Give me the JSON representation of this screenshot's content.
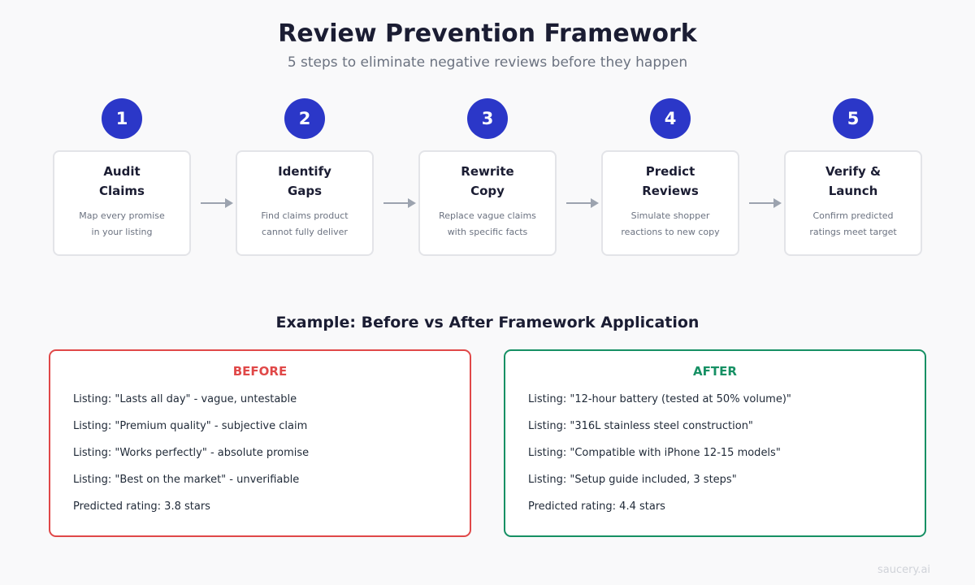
{
  "header": {
    "title": "Review Prevention Framework",
    "subtitle": "5 steps to eliminate negative reviews before they happen"
  },
  "steps": [
    {
      "number": "1",
      "title_line1": "Audit",
      "title_line2": "Claims",
      "desc_line1": "Map every promise",
      "desc_line2": "in your listing"
    },
    {
      "number": "2",
      "title_line1": "Identify",
      "title_line2": "Gaps",
      "desc_line1": "Find claims product",
      "desc_line2": "cannot fully deliver"
    },
    {
      "number": "3",
      "title_line1": "Rewrite",
      "title_line2": "Copy",
      "desc_line1": "Replace vague claims",
      "desc_line2": "with specific facts"
    },
    {
      "number": "4",
      "title_line1": "Predict",
      "title_line2": "Reviews",
      "desc_line1": "Simulate shopper",
      "desc_line2": "reactions to new copy"
    },
    {
      "number": "5",
      "title_line1": "Verify &",
      "title_line2": "Launch",
      "desc_line1": "Confirm predicted",
      "desc_line2": "ratings meet target"
    }
  ],
  "example": {
    "heading": "Example: Before vs After Framework Application",
    "before": {
      "label": "BEFORE",
      "lines": [
        "Listing: \"Lasts all day\" - vague, untestable",
        "Listing: \"Premium quality\" - subjective claim",
        "Listing: \"Works perfectly\" - absolute promise",
        "Listing: \"Best on the market\" - unverifiable",
        "Predicted rating: 3.8 stars"
      ]
    },
    "after": {
      "label": "AFTER",
      "lines": [
        "Listing: \"12-hour battery (tested at 50% volume)\"",
        "Listing: \"316L stainless steel construction\"",
        "Listing: \"Compatible with iPhone 12-15 models\"",
        "Listing: \"Setup guide included, 3 steps\"",
        "Predicted rating: 4.4 stars"
      ]
    }
  },
  "footer": {
    "watermark": "saucery.ai"
  },
  "colors": {
    "accent": "#2b37c8",
    "before": "#e04848",
    "after": "#169064",
    "arrow": "#9ca3af"
  }
}
